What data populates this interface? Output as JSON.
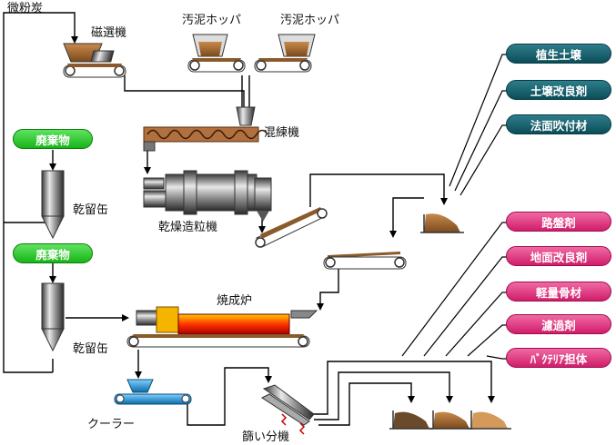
{
  "labels": {
    "fine_coal": "微粉炭",
    "magnetic_separator": "磁選機",
    "sludge_hopper_1": "汚泥ホッパ",
    "sludge_hopper_2": "汚泥ホッパ",
    "mixer": "混練機",
    "dryer_granulator": "乾燥造粒機",
    "retort_1": "乾留缶",
    "retort_2": "乾留缶",
    "kiln": "焼成炉",
    "cooler": "クーラー",
    "sieve": "篩い分機"
  },
  "waste_inputs": [
    "廃棄物",
    "廃棄物"
  ],
  "products_group_1": [
    "植生土壌",
    "土壌改良剤",
    "法面吹付材"
  ],
  "products_group_2": [
    "路盤剤",
    "地面改良剤",
    "軽量骨材",
    "濾過剤",
    "ﾊﾞｸﾃﾘｱ担体"
  ],
  "colors": {
    "waste_pill": "#22bb22",
    "product_group_1": "#0b4d59",
    "product_group_2": "#d11d6b",
    "conveyor": "#7a5a2a",
    "kiln_hot": "#ff3300",
    "cooler": "#1a8fd0",
    "flow_line": "#000000"
  }
}
